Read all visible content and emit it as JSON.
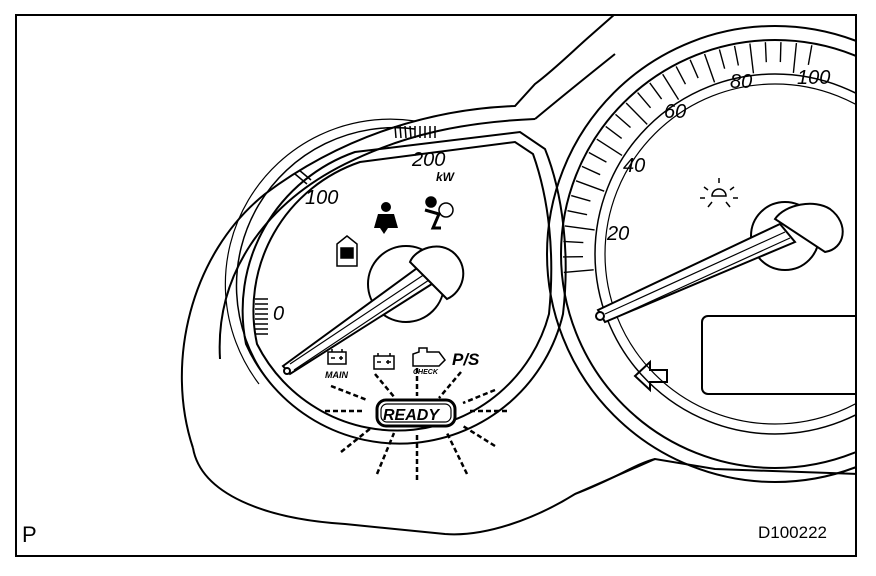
{
  "figure": {
    "view_label": "P",
    "figure_id": "D100222"
  },
  "power_meter": {
    "scale_labels": [
      "0",
      "100",
      "200"
    ],
    "unit": "kW",
    "indicators": {
      "main_battery": "MAIN",
      "check_engine": "CHECK",
      "power_steering": "P/S"
    },
    "ready_label": "READY"
  },
  "speedometer": {
    "scale_labels": [
      "20",
      "40",
      "60",
      "80",
      "100"
    ]
  }
}
